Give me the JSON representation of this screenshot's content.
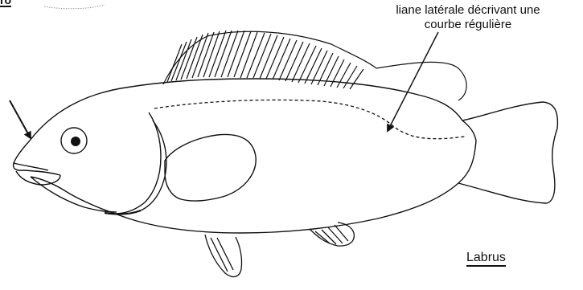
{
  "annotation": {
    "line1": "liane latérale décrivant une",
    "line2": "courbe régulière"
  },
  "genus_label": "Labrus",
  "corner_mark": "ro"
}
